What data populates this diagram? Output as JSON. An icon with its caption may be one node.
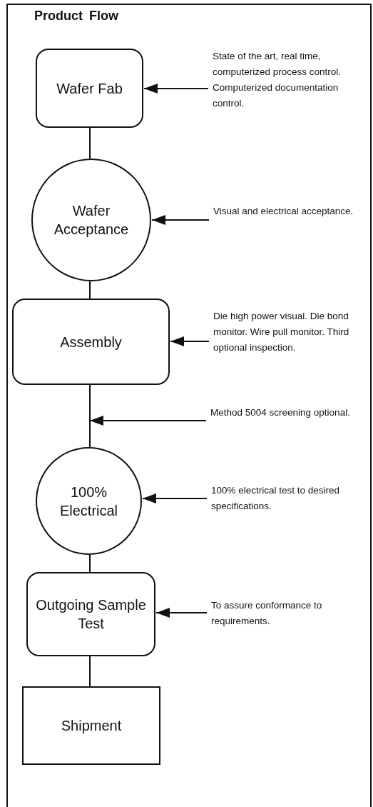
{
  "diagram": {
    "title": "Product Flow",
    "nodes": [
      {
        "text": [
          "Wafer Fab"
        ]
      },
      {
        "text": [
          "Wafer Acceptance"
        ]
      },
      {
        "text": [
          "Assembly"
        ]
      },
      {
        "text": [
          "100% Electrical"
        ]
      },
      {
        "text": [
          "Outgoing Sample Test"
        ]
      },
      {
        "text": [
          "Shipment"
        ]
      },
      {
        "text": [
          "State of the art, real time, computerized process control. Computerized documentation control."
        ]
      },
      {
        "text": [
          "Visual and electrical acceptance."
        ]
      },
      {
        "text": [
          "Die high power visual. Die bond monitor.  Wire pull monitor.  Third optional inspection."
        ]
      },
      {
        "text": [
          "Method 5004 screening optional."
        ]
      },
      {
        "text": [
          "100% electrical test to desired specifications."
        ]
      },
      {
        "text": [
          "To assure conformance to requirements."
        ]
      }
    ],
    "edges": [
      {
        "from": 0,
        "to": 1,
        "arrow": "none"
      },
      {
        "from": 1,
        "to": 2,
        "arrow": "none"
      },
      {
        "from": 2,
        "to": 3,
        "arrow": "none"
      },
      {
        "from": 3,
        "to": 4,
        "arrow": "none"
      },
      {
        "from": 4,
        "to": 5,
        "arrow": "none"
      },
      {
        "from": 6,
        "to": 0,
        "arrow": "to"
      },
      {
        "from": 7,
        "to": 1,
        "arrow": "to"
      },
      {
        "from": 8,
        "to": 2,
        "arrow": "to"
      },
      {
        "from": 9,
        "to": null,
        "arrow": "to"
      },
      {
        "from": 10,
        "to": 3,
        "arrow": "to"
      },
      {
        "from": 11,
        "to": 4,
        "arrow": "to"
      }
    ]
  }
}
